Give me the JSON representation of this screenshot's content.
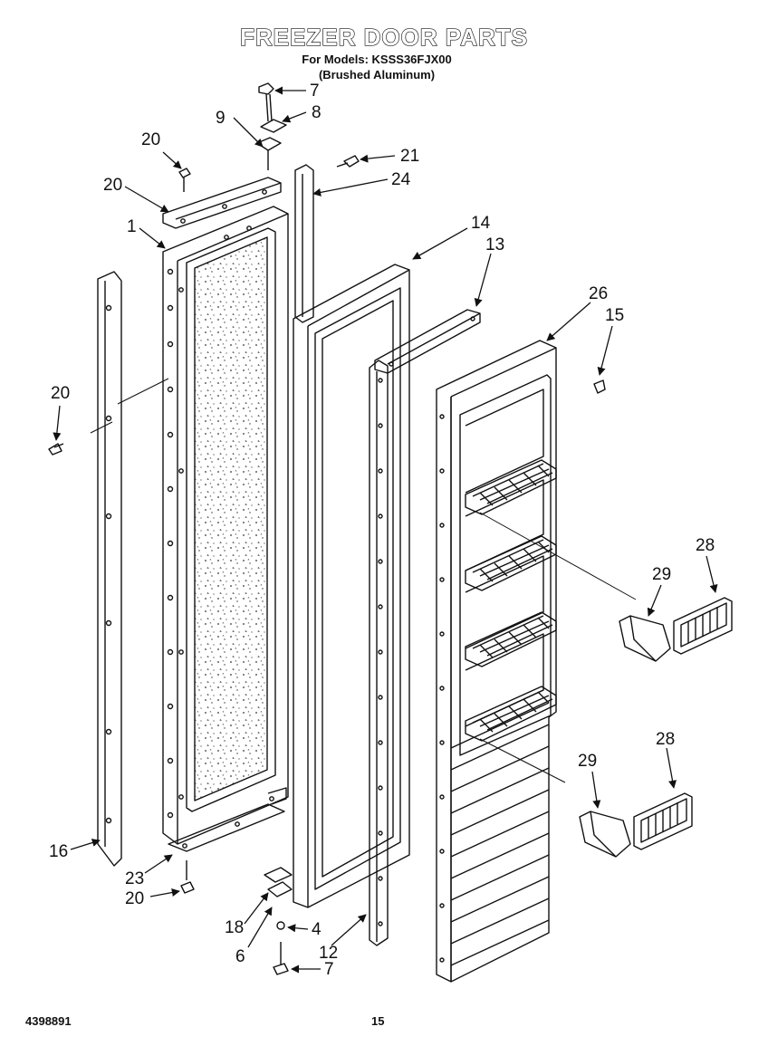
{
  "header": {
    "title": "FREEZER DOOR PARTS",
    "models": "For Models: KSSS36FJX00",
    "finish": "(Brushed Aluminum)"
  },
  "footer": {
    "document_number": "4398891",
    "page_number": "15"
  },
  "callouts": [
    "7",
    "8",
    "9",
    "20",
    "20",
    "21",
    "24",
    "1",
    "14",
    "13",
    "26",
    "15",
    "20",
    "28",
    "29",
    "28",
    "29",
    "16",
    "23",
    "20",
    "18",
    "4",
    "6",
    "12",
    "7"
  ]
}
